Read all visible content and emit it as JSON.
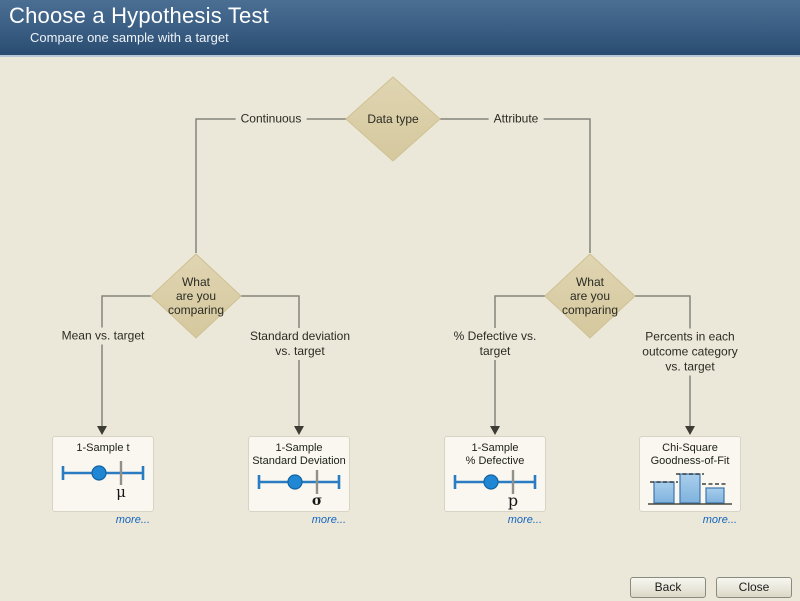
{
  "header": {
    "title": "Choose a Hypothesis Test",
    "subtitle": "Compare one sample with a target"
  },
  "tree": {
    "root_label": "Data type",
    "branch_left": "Continuous",
    "branch_right": "Attribute",
    "decision_left": "What\nare you\ncomparing",
    "decision_right": "What\nare you\ncomparing",
    "leaf_labels": [
      "Mean vs. target",
      "Standard deviation\nvs. target",
      "% Defective vs.\ntarget",
      "Percents in each\noutcome category\nvs. target"
    ]
  },
  "cards": [
    {
      "title": "1-Sample t",
      "symbol": "μ",
      "more_label": "more...",
      "icon": "number-line-mean-target"
    },
    {
      "title": "1-Sample\nStandard Deviation",
      "symbol": "σ",
      "more_label": "more...",
      "icon": "number-line-stdev-target"
    },
    {
      "title": "1-Sample\n% Defective",
      "symbol": "p",
      "more_label": "more...",
      "icon": "number-line-proportion-target"
    },
    {
      "title": "Chi-Square\nGoodness-of-Fit",
      "more_label": "more...",
      "icon": "bar-chart-expected-dashes"
    }
  ],
  "buttons": {
    "back": "Back",
    "close": "Close"
  },
  "colors": {
    "header_top": "#4b6e93",
    "header_bottom": "#2b4d72",
    "body_bg": "#ebe8d9",
    "diamond_fill": "#dbcfa8",
    "connector_gray": "#85847a",
    "icon_blue": "#2a7cc2",
    "dot_blue": "#1f87d4",
    "link_blue": "#1565c0"
  }
}
